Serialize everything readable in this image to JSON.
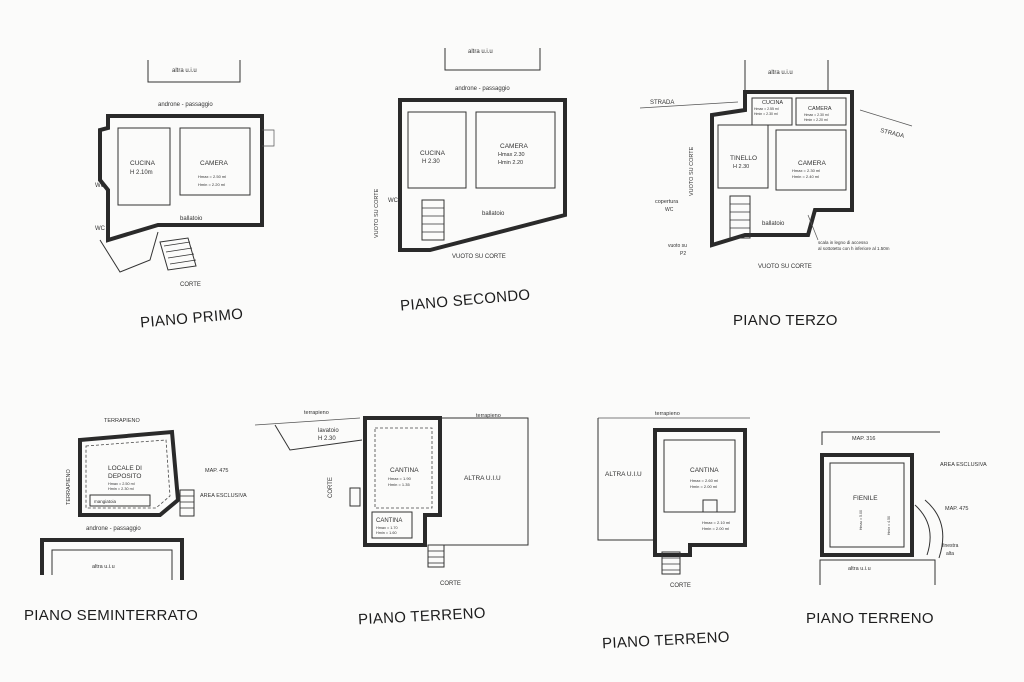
{
  "plans": {
    "primo": {
      "title": "PIANO PRIMO",
      "labels": {
        "altra": "altra u.i.u",
        "androne": "androne - passaggio",
        "cucina": "CUCINA",
        "cucina_h": "H 2.10m",
        "camera": "CAMERA",
        "camera_h1": "Hmax = 2.50 ml",
        "camera_h2": "Hmin = 2.20 ml",
        "wc1": "WC",
        "wc2": "WC",
        "ballatoio": "ballatoio",
        "corte": "CORTE"
      }
    },
    "secondo": {
      "title": "PIANO SECONDO",
      "labels": {
        "altra": "altra u.i.u",
        "androne": "androne - passaggio",
        "cucina": "CUCINA",
        "cucina_h": "H 2.30",
        "camera": "CAMERA",
        "camera_h1": "Hmax 2.30",
        "camera_h2": "Hmin 2.20",
        "wc": "WC",
        "ballatoio": "ballatoio",
        "vuoto_corte_side": "VUOTO SU CORTE",
        "vuoto_corte_bottom": "VUOTO SU CORTE"
      }
    },
    "terzo": {
      "title": "PIANO TERZO",
      "labels": {
        "altra": "altra u.i.u",
        "strada_left": "STRADA",
        "strada_right": "STRADA",
        "cucina": "CUCINA",
        "cucina_h1": "Hmax = 2.55 ml",
        "cucina_h2": "Hmin = 2.30 ml",
        "camera_top": "CAMERA",
        "camera_top_h1": "Hmax = 2.30 ml",
        "camera_top_h2": "Hmin = 2.20 ml",
        "tinello": "TINELLO",
        "tinello_h": "H 2.30",
        "camera": "CAMERA",
        "camera_h1": "Hmax = 2.30 ml",
        "camera_h2": "Hmin = 2.40 ml",
        "vuoto_side": "VUOTO SU CORTE",
        "copertura": "copertura",
        "wc": "WC",
        "ballatoio": "ballatoio",
        "vuoto_p2": "vuoto su",
        "p2": "P2",
        "scala1": "scala in legno di accesso",
        "scala2": "al sottotetto con h inferiore al 1.50m",
        "vuoto_corte": "VUOTO SU CORTE"
      }
    },
    "seminterrato": {
      "title": "PIANO SEMINTERRATO",
      "labels": {
        "terrapieno_top": "TERRAPIENO",
        "terrapieno_side": "TERRAPIENO",
        "locale1": "LOCALE DI",
        "locale2": "DEPOSITO",
        "h1": "Hmax = 2.50 ml",
        "h2": "Hmin = 2.30 ml",
        "map": "MAP. 475",
        "area": "AREA ESCLUSIVA",
        "mangiatoia": "mangiatoia",
        "androne": "androne - passaggio",
        "altra": "altra u.i.u"
      }
    },
    "terreno1": {
      "title": "PIANO TERRENO",
      "labels": {
        "terrapieno_left": "terrapieno",
        "terrapieno_right": "terrapieno",
        "lavatoio": "lavatoio",
        "lavatoio_h": "H 2.30",
        "cantina1": "CANTINA",
        "cantina1_h1": "Hmax = 1.90",
        "cantina1_h2": "Hmin = 1.35",
        "altra": "ALTRA U.I.U",
        "cantina2": "CANTINA",
        "cantina2_h1": "Hmax = 1.70",
        "cantina2_h2": "Hmin = 1.60",
        "corte_side": "CORTE",
        "corte_bottom": "CORTE"
      }
    },
    "terreno2": {
      "title": "PIANO TERRENO",
      "labels": {
        "terrapieno": "terrapieno",
        "altra": "ALTRA U.I.U",
        "cantina": "CANTINA",
        "h1": "Hmax = 2.60 ml",
        "h2": "Hmin = 2.00 ml",
        "h3": "Hmax = 2.10 ml",
        "h4": "Hmin = 2.00 ml",
        "corte": "CORTE"
      }
    },
    "terreno3": {
      "title": "PIANO TERRENO",
      "labels": {
        "map_top": "MAP. 316",
        "area": "AREA ESCLUSIVA",
        "fienile": "FIENILE",
        "map_right": "MAP. 475",
        "hmax": "Hmax = 5.00",
        "hmin": "Hmin = 4.50",
        "finestra1": "finestra",
        "finestra2": "alta",
        "altra": "altra u.i.u"
      }
    }
  }
}
